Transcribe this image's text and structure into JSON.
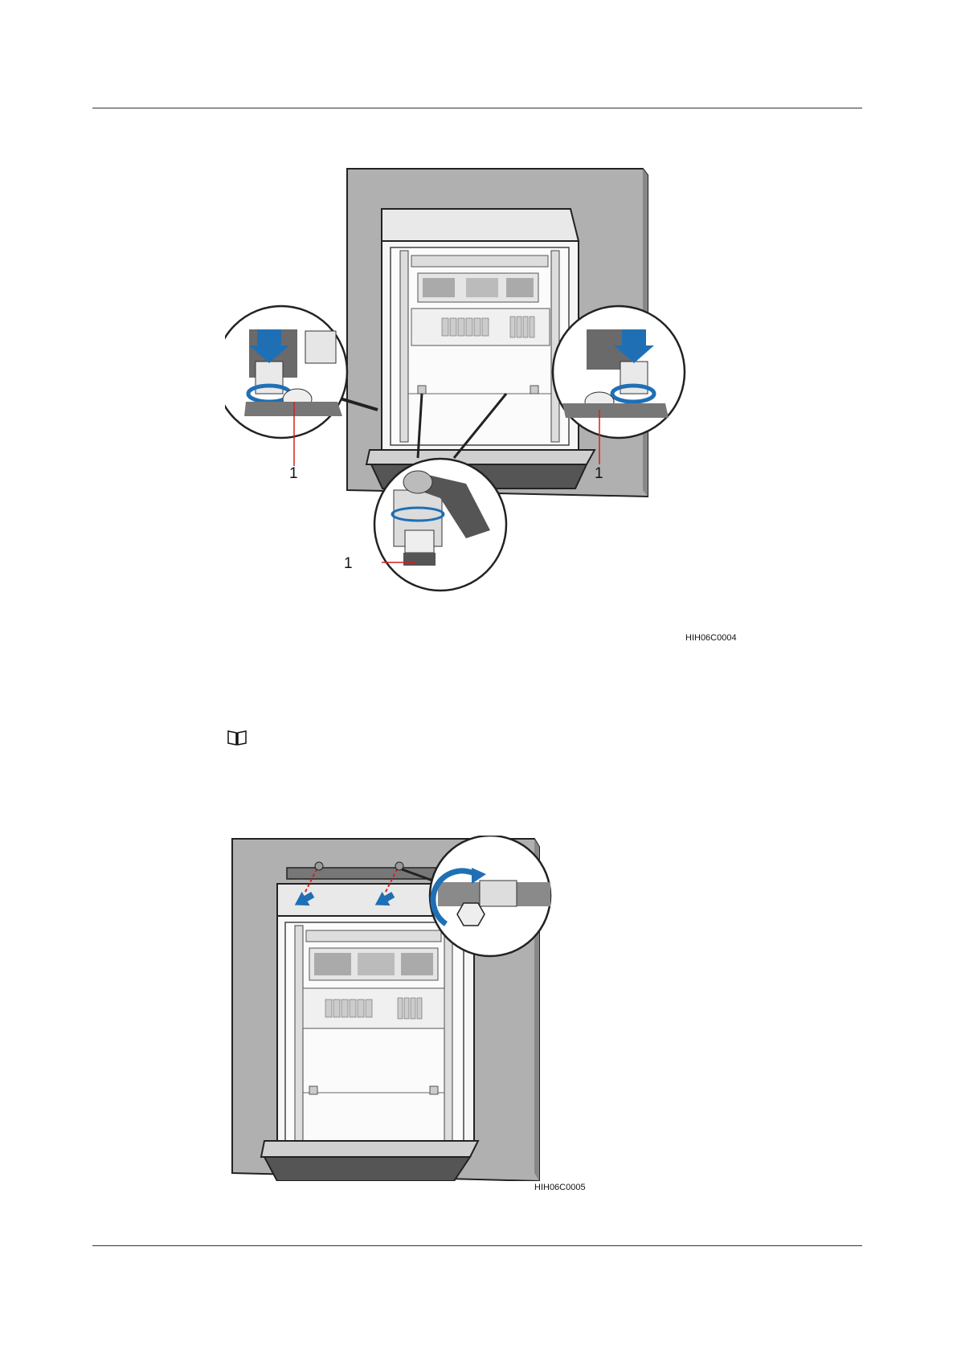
{
  "figure1": {
    "code": "HIH06C0004",
    "callouts": [
      "1",
      "1",
      "1"
    ]
  },
  "note": {
    "icon": "open-book-icon"
  },
  "figure2": {
    "code": "HIH06C0005"
  },
  "colors": {
    "arrow_blue": "#1f6fb5",
    "wall_gray": "#a8a8a8",
    "cabinet_light": "#f3f3f3",
    "leader_red": "#d32020"
  }
}
